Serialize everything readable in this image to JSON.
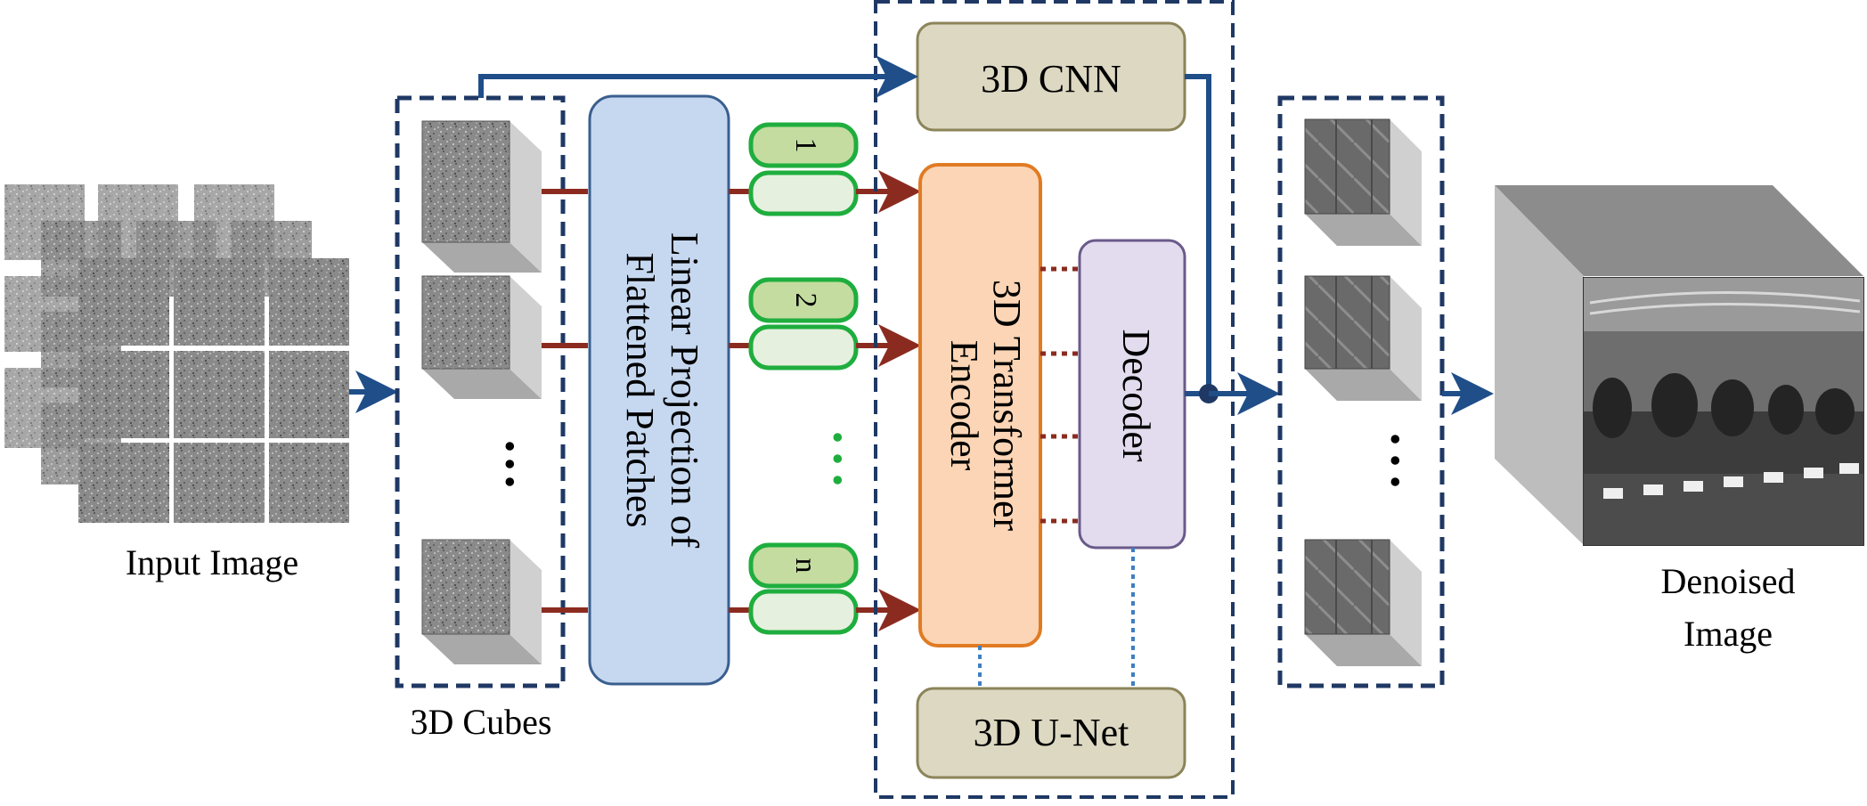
{
  "labels": {
    "input_image": "Input Image",
    "cubes": "3D Cubes",
    "linear_projection_line1": "Linear Projection of",
    "linear_projection_line2": "Flattened Patches",
    "cnn": "3D CNN",
    "encoder_line1": "3D Transformer",
    "encoder_line2": "Encoder",
    "decoder": "Decoder",
    "unet": "3D U-Net",
    "denoised_line1": "Denoised",
    "denoised_line2": "Image"
  },
  "tokens": [
    "1",
    "2",
    "n"
  ],
  "ellipsis": "• • •",
  "colors": {
    "frame_blue": "#1f3864",
    "arrow_blue": "#1f4e89",
    "arrow_red": "#8b2b1f",
    "projection_fill": "#c6d8f0",
    "projection_stroke": "#3a5f8f",
    "cnn_fill": "#dcd8c2",
    "cnn_stroke": "#8c8459",
    "encoder_fill": "#fbd5b5",
    "encoder_stroke": "#e07b24",
    "decoder_fill": "#e3dcee",
    "decoder_stroke": "#6a5a8a",
    "token_top": "#c4dca0",
    "token_bottom": "#e6f0de",
    "token_stroke": "#1fae3e",
    "dots_green": "#1fae3e"
  }
}
